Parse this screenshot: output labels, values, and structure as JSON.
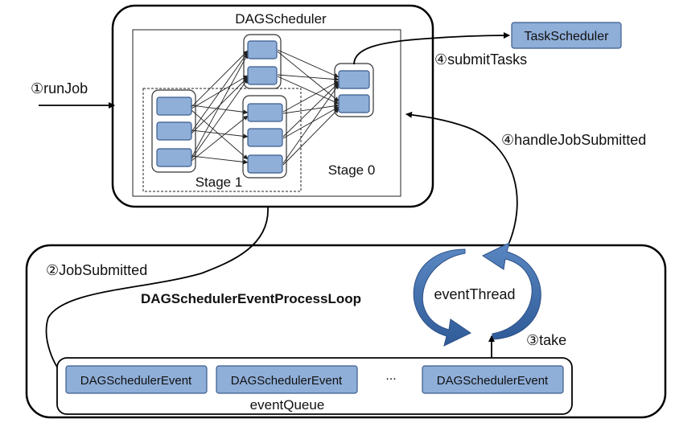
{
  "dag_scheduler": {
    "title": "DAGScheduler",
    "stage0": "Stage 0",
    "stage1": "Stage 1"
  },
  "task_scheduler": {
    "label": "TaskScheduler"
  },
  "event_loop": {
    "title": "DAGSchedulerEventProcessLoop",
    "thread": "eventThread",
    "queue_label": "eventQueue",
    "events": [
      "DAGSchedulerEvent",
      "DAGSchedulerEvent",
      "DAGSchedulerEvent"
    ],
    "ellipsis": "..."
  },
  "steps": {
    "run_job": "①runJob",
    "job_submitted": "②JobSubmitted",
    "take": "③take",
    "handle_job_submitted": "④handleJobSubmitted",
    "submit_tasks": "④submitTasks"
  },
  "colors": {
    "node_fill": "#8faed8",
    "node_stroke": "#3b5c8c",
    "cycle_arrow": "#4a76b0"
  }
}
